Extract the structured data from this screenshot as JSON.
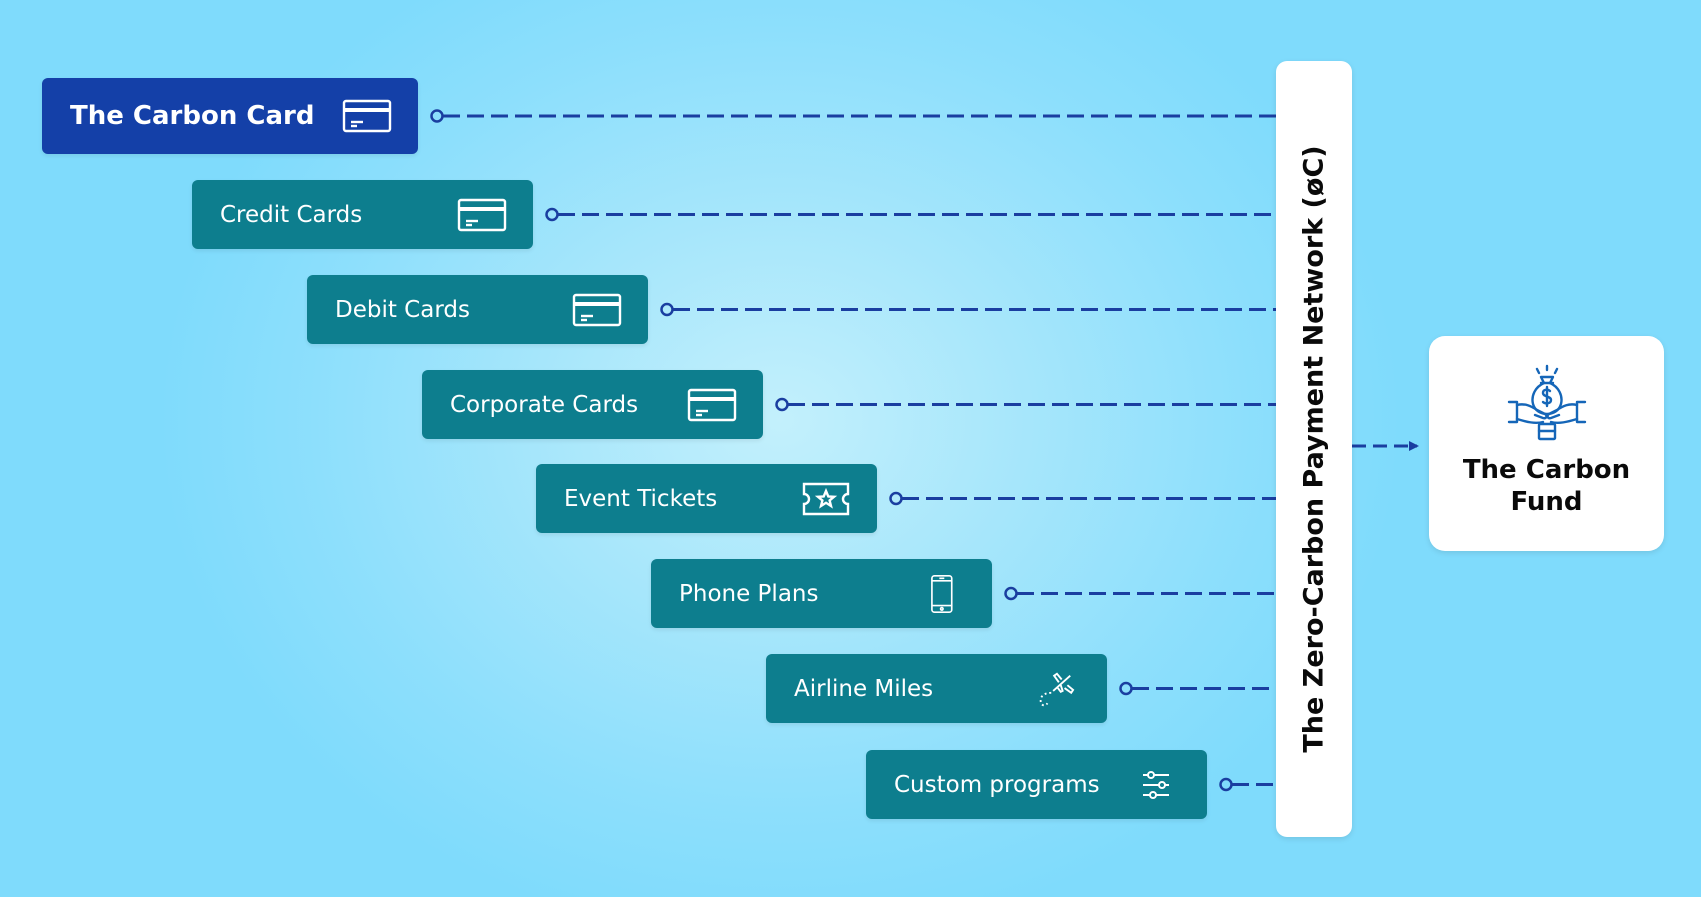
{
  "sources": [
    {
      "label": "The Carbon Card",
      "icon": "credit-card-icon"
    },
    {
      "label": "Credit Cards",
      "icon": "credit-card-icon"
    },
    {
      "label": "Debit Cards",
      "icon": "credit-card-icon"
    },
    {
      "label": "Corporate Cards",
      "icon": "credit-card-icon"
    },
    {
      "label": "Event Tickets",
      "icon": "ticket-star-icon"
    },
    {
      "label": "Phone Plans",
      "icon": "smartphone-icon"
    },
    {
      "label": "Airline Miles",
      "icon": "airplane-icon"
    },
    {
      "label": "Custom programs",
      "icon": "sliders-icon"
    }
  ],
  "network": {
    "label": "The Zero-Carbon Payment Network (øC)"
  },
  "fund": {
    "label": "The Carbon Fund",
    "icon": "money-bag-hands-icon"
  },
  "colors": {
    "primary_card": "#1440a8",
    "card": "#0d7e8e",
    "connector": "#1a3ea0",
    "fund_icon": "#1566b8"
  }
}
